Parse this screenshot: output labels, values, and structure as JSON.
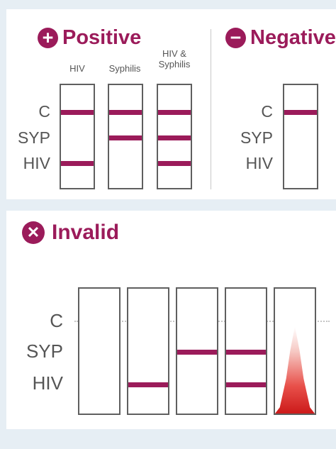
{
  "colors": {
    "accent": "#9b1b5a",
    "strip_border": "#5f5f5f",
    "smear_red": "#cc1a1a"
  },
  "positive": {
    "icon": "plus-circle-icon",
    "icon_glyph": "+",
    "title": "Positive",
    "columns": [
      {
        "label_line1": "HIV",
        "label_line2": "",
        "bands": [
          "C",
          "HIV"
        ]
      },
      {
        "label_line1": "Syphilis",
        "label_line2": "",
        "bands": [
          "C",
          "SYP"
        ]
      },
      {
        "label_line1": "HIV &",
        "label_line2": "Syphilis",
        "bands": [
          "C",
          "SYP",
          "HIV"
        ]
      }
    ],
    "row_labels": [
      "C",
      "SYP",
      "HIV"
    ]
  },
  "negative": {
    "icon": "minus-circle-icon",
    "icon_glyph": "−",
    "title": "Negative",
    "bands": [
      "C"
    ],
    "row_labels": [
      "C",
      "SYP",
      "HIV"
    ]
  },
  "invalid": {
    "icon": "x-circle-icon",
    "icon_glyph": "✕",
    "title": "Invalid",
    "row_labels": [
      "C",
      "SYP",
      "HIV"
    ],
    "strips": [
      {
        "bands": []
      },
      {
        "bands": [
          "HIV"
        ]
      },
      {
        "bands": [
          "SYP"
        ]
      },
      {
        "bands": [
          "SYP",
          "HIV"
        ]
      },
      {
        "bands": [],
        "smear": true
      }
    ]
  }
}
